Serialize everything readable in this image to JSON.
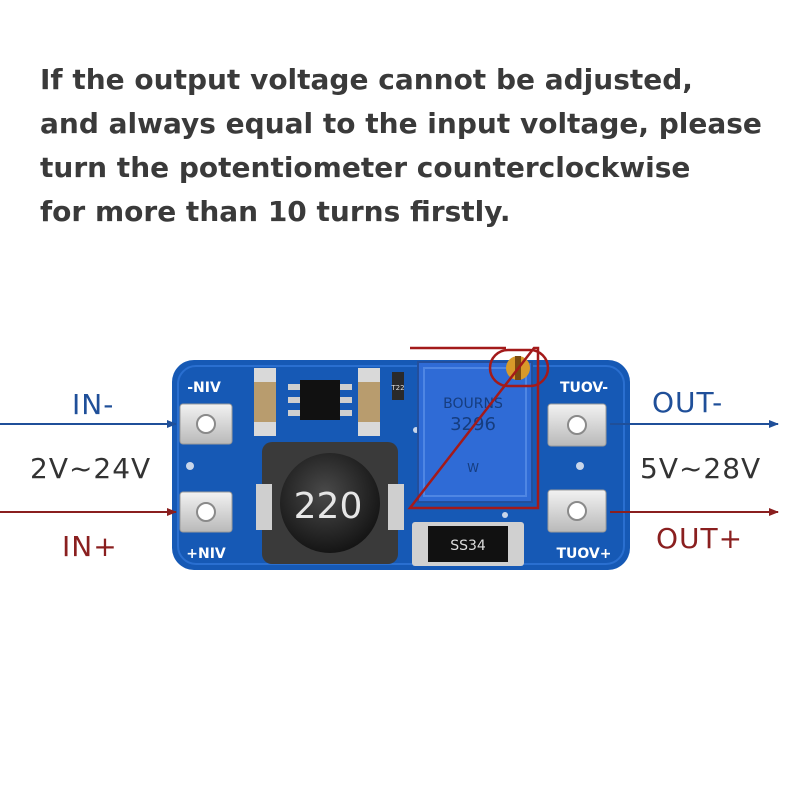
{
  "instruction": {
    "lines": [
      "If the output voltage cannot be adjusted,",
      "and always equal to the input voltage, please",
      "turn the potentiometer counterclockwise",
      "for more than 10 turns firstly."
    ]
  },
  "labels": {
    "in_minus": "IN-",
    "in_plus": "IN+",
    "input_range": "2V~24V",
    "out_minus": "OUT-",
    "out_plus": "OUT+",
    "output_range": "5V~28V"
  },
  "board": {
    "vin_minus": "-NIV",
    "vin_plus": "+NIV",
    "vout_minus": "TUOV-",
    "vout_plus": "TUOV+",
    "inductor_code": "220",
    "diode_code": "SS34",
    "pot_brand": "BOURNS",
    "pot_model": "3296",
    "pot_value": "W",
    "ic_code": "T22"
  },
  "colors": {
    "pcb": "#1659b5",
    "in_minus_arrow": "#1f4f99",
    "in_plus_arrow": "#8a1f1f",
    "highlight_box": "#a31a1a",
    "pot_body": "#2f6bd6"
  }
}
